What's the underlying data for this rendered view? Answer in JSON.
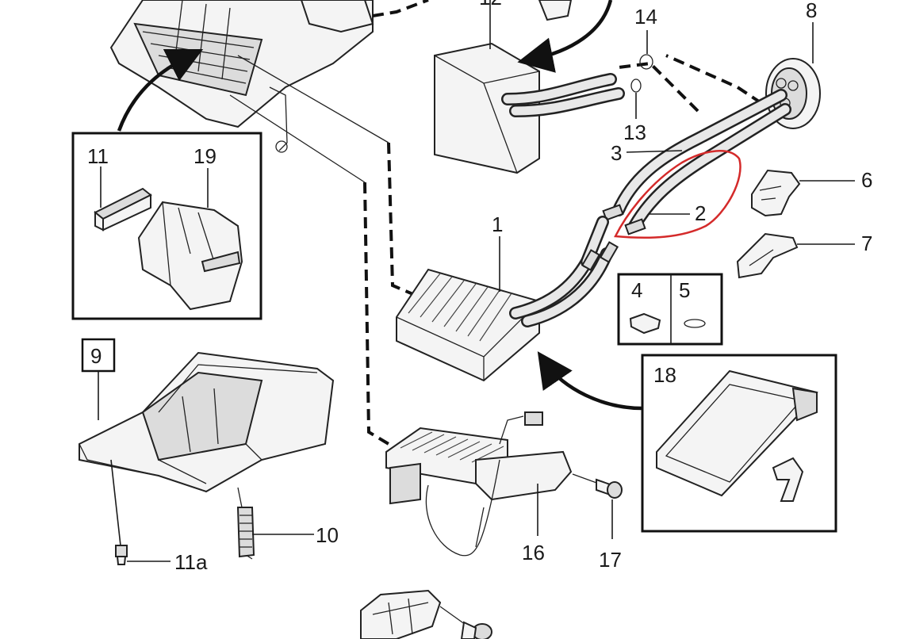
{
  "labels": {
    "p1": "1",
    "p2": "2",
    "p3": "3",
    "p4": "4",
    "p5": "5",
    "p6": "6",
    "p7": "7",
    "p8": "8",
    "p9": "9",
    "p10": "10",
    "p11": "11",
    "p11a": "11a",
    "p12": "12",
    "p13": "13",
    "p14": "14",
    "p16": "16",
    "p17": "17",
    "p18": "18",
    "p19": "19"
  },
  "highlight": {
    "color": "#d42a2a",
    "target": "2"
  }
}
